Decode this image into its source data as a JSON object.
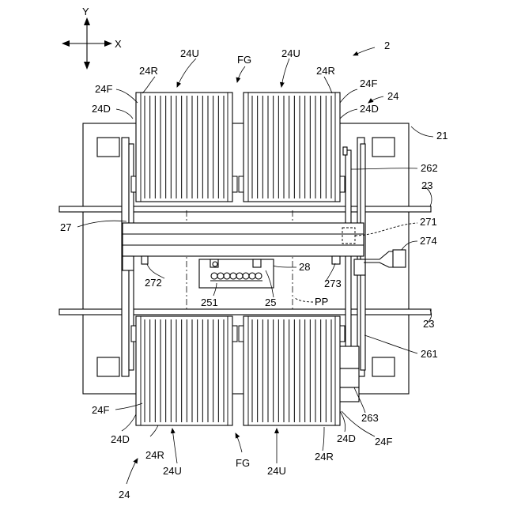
{
  "axes": {
    "y": "Y",
    "x": "X"
  },
  "labels": {
    "assembly": "2",
    "base": "21",
    "rail": "23",
    "rail_lower": "23",
    "unit_group_top": "24",
    "unit_group_bottom": "24",
    "unit_tl": "24U",
    "unit_tr": "24U",
    "unit_bl": "24U",
    "unit_br": "24U",
    "rear_tl": "24R",
    "rear_tr": "24R",
    "rear_bl": "24R",
    "rear_br": "24R",
    "front_tl": "24F",
    "front_tr": "24F",
    "front_bl": "24F",
    "front_br": "24F",
    "door_tl": "24D",
    "door_tr": "24D",
    "door_bl": "24D",
    "door_br": "24D",
    "fg_top": "FG",
    "fg_bottom": "FG",
    "stage": "25",
    "stage_part": "251",
    "drive": "261",
    "guide": "262",
    "motor": "263",
    "beam": "27",
    "sensor": "271",
    "bracket_left": "272",
    "bracket_right": "273",
    "connector": "274",
    "plate": "28",
    "plane": "PP"
  }
}
